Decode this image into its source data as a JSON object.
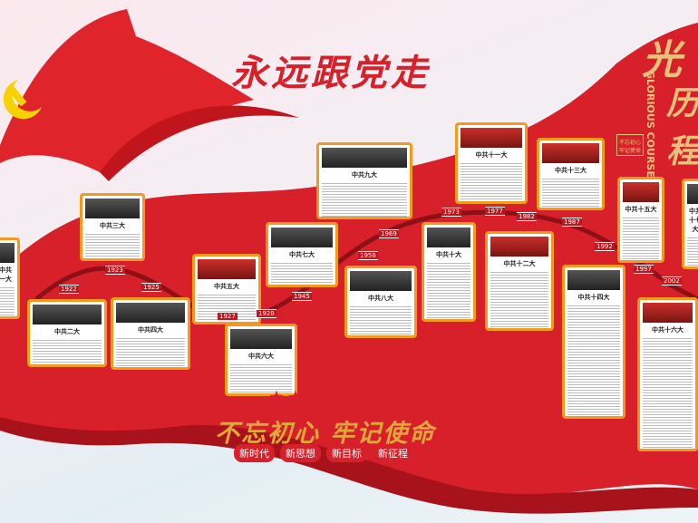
{
  "title": "永远跟党走",
  "side_title": {
    "chars": [
      "光",
      "历",
      "程"
    ],
    "english": "GLORIOUS COURSE",
    "seal": "不忘初心 牢记使命"
  },
  "colors": {
    "red": "#d8202a",
    "dark_red": "#a8131b",
    "gold": "#e8c27a",
    "card_border": "#f39a1e"
  },
  "cards": [
    {
      "title": "中共一大"
    },
    {
      "title": "中共二大"
    },
    {
      "title": "中共三大"
    },
    {
      "title": "中共四大"
    },
    {
      "title": "中共五大"
    },
    {
      "title": "中共六大"
    },
    {
      "title": "中共七大"
    },
    {
      "title": "中共八大"
    },
    {
      "title": "中共九大"
    },
    {
      "title": "中共十大"
    },
    {
      "title": "中共十一大"
    },
    {
      "title": "中共十二大"
    },
    {
      "title": "中共十三大"
    },
    {
      "title": "中共十四大"
    },
    {
      "title": "中共十五大"
    },
    {
      "title": "中共十六大"
    },
    {
      "title": "中共十七大"
    }
  ],
  "years": [
    "1922",
    "1923",
    "1925",
    "1927",
    "1928",
    "1945",
    "1956",
    "1969",
    "1973",
    "1977",
    "1982",
    "1987",
    "1992",
    "1997",
    "2002"
  ],
  "stars": "★★★★★",
  "slogan": "不忘初心 牢记使命",
  "tags": [
    "新时代",
    "新思想",
    "新目标",
    "新征程"
  ]
}
